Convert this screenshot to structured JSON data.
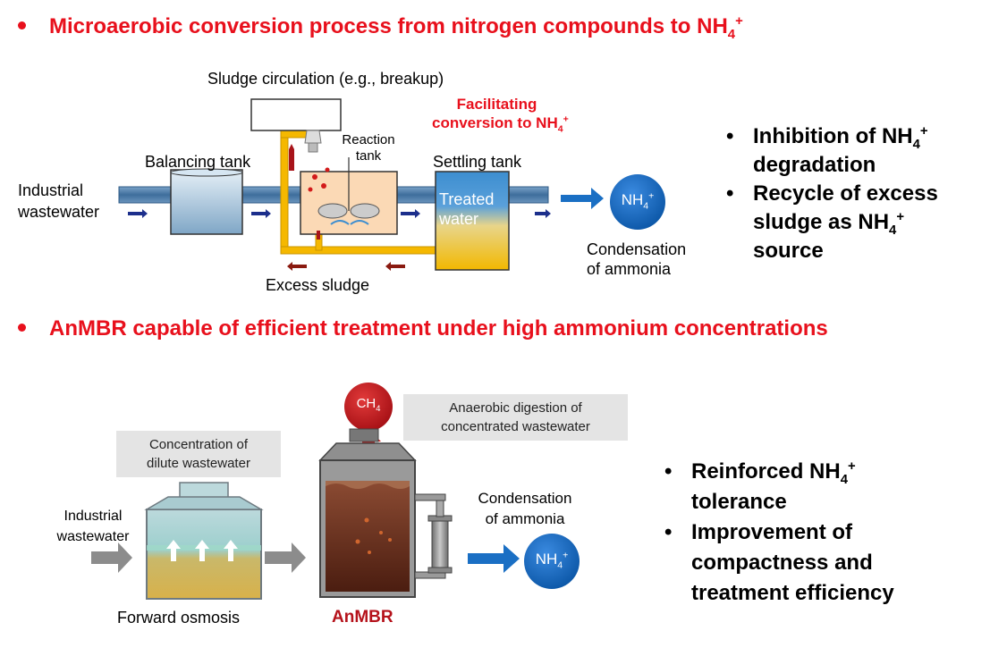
{
  "section1": {
    "heading": "Microaerobic conversion process from nitrogen compounds to NH",
    "heading_sub": "4",
    "heading_sup": "+",
    "sludge_circulation": "Sludge circulation (e.g., breakup)",
    "facilitating_line1": "Facilitating",
    "facilitating_line2": "conversion to NH",
    "facilitating_sub": "4",
    "facilitating_sup": "+",
    "reaction_tank": "Reaction",
    "reaction_tank2": "tank",
    "balancing_tank": "Balancing tank",
    "settling_tank": "Settling tank",
    "industrial_line1": "Industrial",
    "industrial_line2": "wastewater",
    "treated_line1": "Treated",
    "treated_line2": "water",
    "nh4_label": "NH",
    "nh4_sub": "4",
    "nh4_sup": "+",
    "condensation_line1": "Condensation",
    "condensation_line2": "of ammonia",
    "excess_sludge": "Excess sludge",
    "bullets": [
      {
        "line1": "Inhibition of NH",
        "sub": "4",
        "sup": "+",
        "line2": "degradation"
      },
      {
        "line1": "Recycle of excess",
        "line2": "sludge as NH",
        "sub": "4",
        "sup": "+",
        "line3": "source"
      }
    ]
  },
  "section2": {
    "heading": "AnMBR capable of efficient treatment under high ammonium concentrations",
    "ch4_label": "CH",
    "ch4_sub": "4",
    "anaerobic_line1": "Anaerobic digestion of",
    "anaerobic_line2": "concentrated wastewater",
    "concentration_line1": "Concentration of",
    "concentration_line2": "dilute wastewater",
    "industrial_line1": "Industrial",
    "industrial_line2": "wastewater",
    "condensation_line1": "Condensation",
    "condensation_line2": "of ammonia",
    "nh4_label": "NH",
    "nh4_sub": "4",
    "nh4_sup": "+",
    "forward_osmosis": "Forward osmosis",
    "anmbr": "AnMBR",
    "bullets": [
      {
        "line1": "Reinforced NH",
        "sub": "4",
        "sup": "+",
        "line2": "tolerance"
      },
      {
        "line1": "Improvement of",
        "line2": "compactness and",
        "line3": "treatment efficiency"
      }
    ]
  },
  "colors": {
    "heading_red": "#e8101c",
    "pipe_blue": "#4a7aa8",
    "pipe_yellow": "#f5b800",
    "nh4_blue": "#1a6fc4",
    "sludge_brown": "#7a2a16",
    "ch4_red": "#c8141c"
  }
}
